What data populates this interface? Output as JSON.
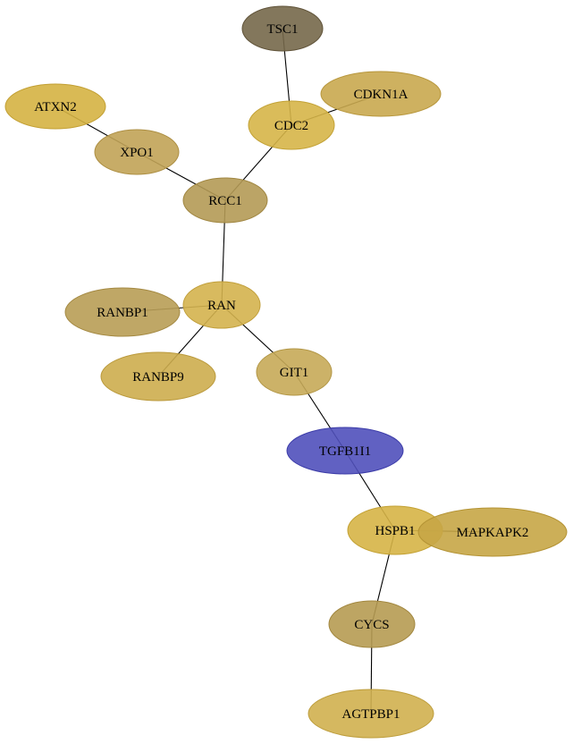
{
  "nodes": {
    "TSC1": {
      "label": "TSC1",
      "fill": "#76684a",
      "stroke": "#5f5238"
    },
    "CDKN1A": {
      "label": "CDKN1A",
      "fill": "#c9a94f",
      "stroke": "#b7963b"
    },
    "ATXN2": {
      "label": "ATXN2",
      "fill": "#d5b243",
      "stroke": "#c29f33"
    },
    "CDC2": {
      "label": "CDC2",
      "fill": "#d6b548",
      "stroke": "#c3a236"
    },
    "XPO1": {
      "label": "XPO1",
      "fill": "#c1a356",
      "stroke": "#ad8f43"
    },
    "RCC1": {
      "label": "RCC1",
      "fill": "#b49a55",
      "stroke": "#a08641"
    },
    "RAN": {
      "label": "RAN",
      "fill": "#d4b24e",
      "stroke": "#c19f3b"
    },
    "RANBP1": {
      "label": "RANBP1",
      "fill": "#b89d55",
      "stroke": "#a48942"
    },
    "RANBP9": {
      "label": "RANBP9",
      "fill": "#cdad4e",
      "stroke": "#ba993b"
    },
    "GIT1": {
      "label": "GIT1",
      "fill": "#c6aa58",
      "stroke": "#b29645"
    },
    "TGFB1I1": {
      "label": "TGFB1I1",
      "fill": "#5050bb",
      "stroke": "#3c3ca8"
    },
    "HSPB1": {
      "label": "HSPB1",
      "fill": "#d6b446",
      "stroke": "#c3a133"
    },
    "MAPKAPK2": {
      "label": "MAPKAPK2",
      "fill": "#c7a646",
      "stroke": "#b49334"
    },
    "CYCS": {
      "label": "CYCS",
      "fill": "#b69b52",
      "stroke": "#a2873f"
    },
    "AGTPBP1": {
      "label": "AGTPBP1",
      "fill": "#d0b04f",
      "stroke": "#bd9d3c"
    }
  },
  "edges": [
    [
      "TSC1",
      "CDC2"
    ],
    [
      "CDKN1A",
      "CDC2"
    ],
    [
      "ATXN2",
      "XPO1"
    ],
    [
      "CDC2",
      "RCC1"
    ],
    [
      "XPO1",
      "RCC1"
    ],
    [
      "RCC1",
      "RAN"
    ],
    [
      "RAN",
      "RANBP1"
    ],
    [
      "RAN",
      "RANBP9"
    ],
    [
      "RAN",
      "GIT1"
    ],
    [
      "GIT1",
      "TGFB1I1"
    ],
    [
      "TGFB1I1",
      "HSPB1"
    ],
    [
      "HSPB1",
      "MAPKAPK2"
    ],
    [
      "HSPB1",
      "CYCS"
    ],
    [
      "CYCS",
      "AGTPBP1"
    ]
  ]
}
